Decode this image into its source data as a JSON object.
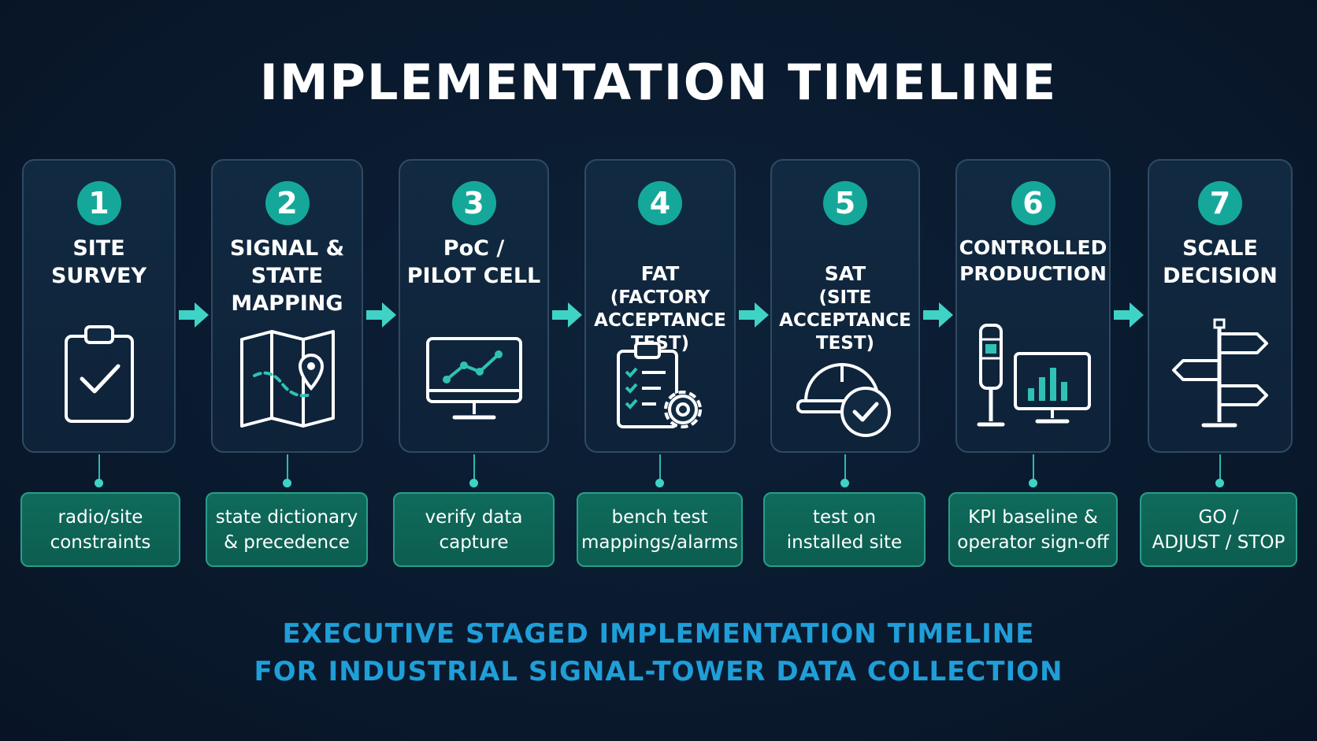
{
  "title": "IMPLEMENTATION TIMELINE",
  "colors": {
    "background": "#0a1a2e",
    "card": "#112a42",
    "accent": "#15a89a",
    "arrow": "#3fd3c6",
    "note": "#0f6b5b",
    "footer": "#1f9ed8"
  },
  "steps": [
    {
      "number": "1",
      "title": "SITE\nSURVEY",
      "subtitle": "",
      "icon": "clipboard-check-icon",
      "note": "radio/site\nconstraints"
    },
    {
      "number": "2",
      "title": "SIGNAL &\nSTATE\nMAPPING",
      "subtitle": "",
      "icon": "map-pin-icon",
      "note": "state dictionary\n& precedence"
    },
    {
      "number": "3",
      "title": "PoC /\nPILOT CELL",
      "subtitle": "",
      "icon": "monitor-chart-icon",
      "note": "verify data\ncapture"
    },
    {
      "number": "4",
      "title": "FAT",
      "subtitle": "(FACTORY\nACCEPTANCE\nTEST)",
      "icon": "checklist-gear-icon",
      "note": "bench test\nmappings/alarms"
    },
    {
      "number": "5",
      "title": "SAT",
      "subtitle": "(SITE\nACCEPTANCE\nTEST)",
      "icon": "hardhat-check-icon",
      "note": "test on\ninstalled site"
    },
    {
      "number": "6",
      "title": "CONTROLLED\nPRODUCTION",
      "subtitle": "",
      "icon": "signal-tower-dashboard-icon",
      "note": "KPI baseline &\noperator sign-off"
    },
    {
      "number": "7",
      "title": "SCALE\nDECISION",
      "subtitle": "",
      "icon": "signpost-icon",
      "note": "GO /\nADJUST / STOP"
    }
  ],
  "footer": {
    "line1": "EXECUTIVE STAGED IMPLEMENTATION TIMELINE",
    "line2": "FOR INDUSTRIAL SIGNAL-TOWER DATA COLLECTION"
  }
}
